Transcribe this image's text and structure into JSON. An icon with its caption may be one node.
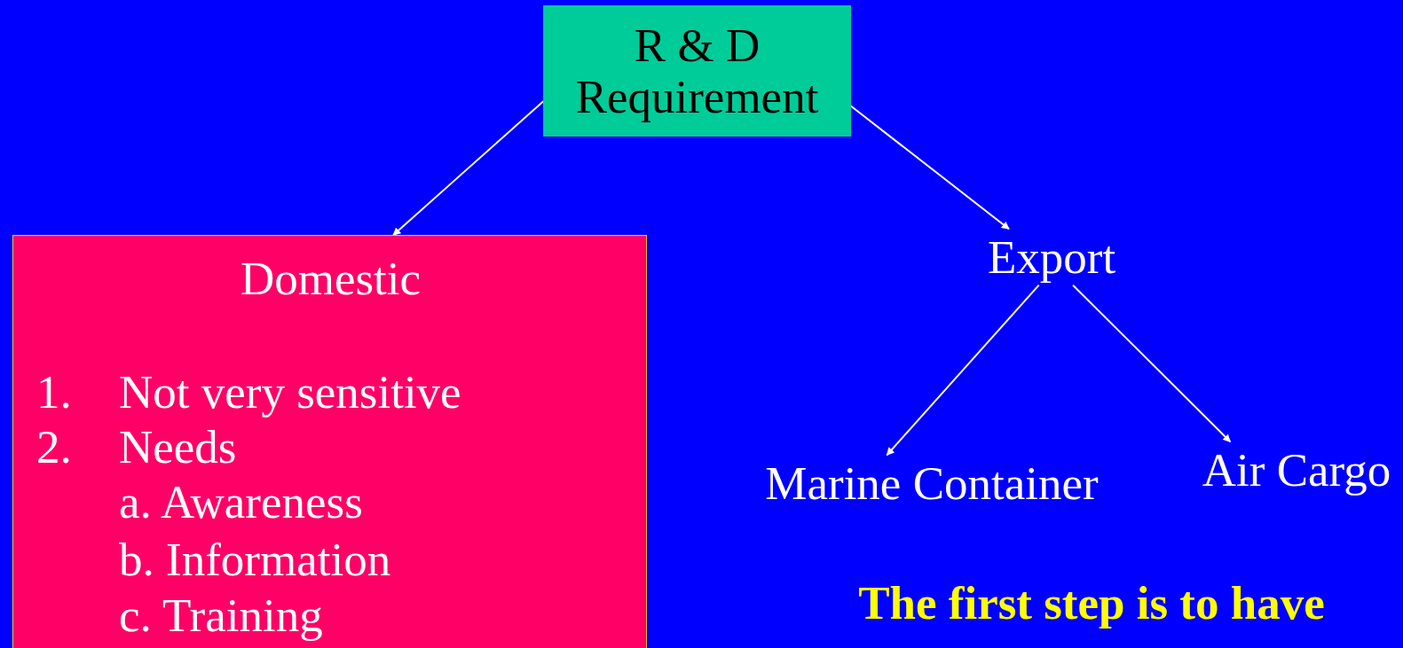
{
  "diagram": {
    "nodes": [
      {
        "text": [
          "R & D Requirement"
        ]
      },
      {
        "text": [
          "Domestic",
          "1.",
          "Not very sensitive",
          "2.",
          "Needs",
          "a. Awareness",
          "b. Information",
          "c. Training"
        ]
      },
      {
        "text": [
          "Export"
        ]
      },
      {
        "text": [
          "Marine Container"
        ]
      },
      {
        "text": [
          "Air Cargo"
        ]
      }
    ],
    "edges": [
      {
        "from": 0,
        "to": 1,
        "arrow": "to"
      },
      {
        "from": 0,
        "to": 2,
        "arrow": "to"
      },
      {
        "from": 2,
        "to": 3,
        "arrow": "to"
      },
      {
        "from": 2,
        "to": 4,
        "arrow": "to"
      }
    ],
    "labels": [
      "The first step is to have"
    ]
  }
}
